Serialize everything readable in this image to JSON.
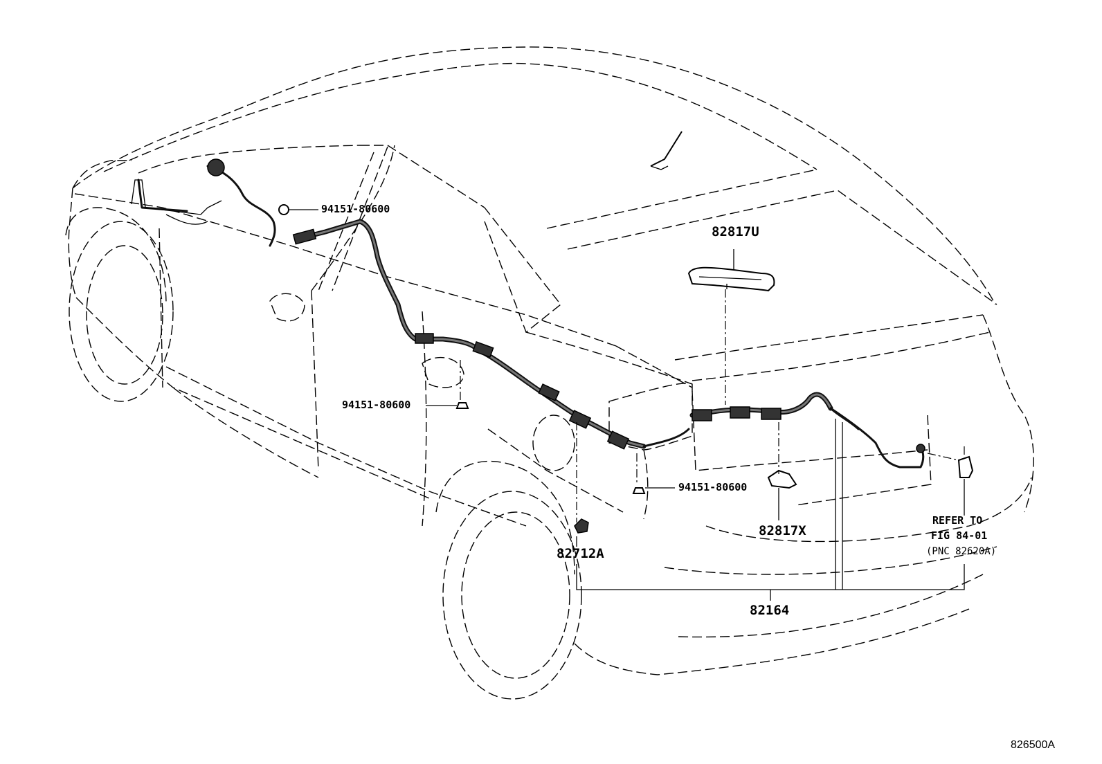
{
  "diagram_code": "826500A",
  "callouts": [
    {
      "id": "clip_top",
      "part_no": "94151-80600"
    },
    {
      "id": "clip_door",
      "part_no": "94151-80600"
    },
    {
      "id": "clip_rear",
      "part_no": "94151-80600"
    },
    {
      "id": "bracket_lid",
      "part_no": "82817U"
    },
    {
      "id": "bracket_lamp",
      "part_no": "82817X"
    },
    {
      "id": "clamp",
      "part_no": "82712A"
    },
    {
      "id": "harness",
      "part_no": "82164"
    }
  ],
  "reference_note": {
    "line1": "REFER TO",
    "line2": "FIG 84-01",
    "line3": "(PNC 82620A)"
  }
}
